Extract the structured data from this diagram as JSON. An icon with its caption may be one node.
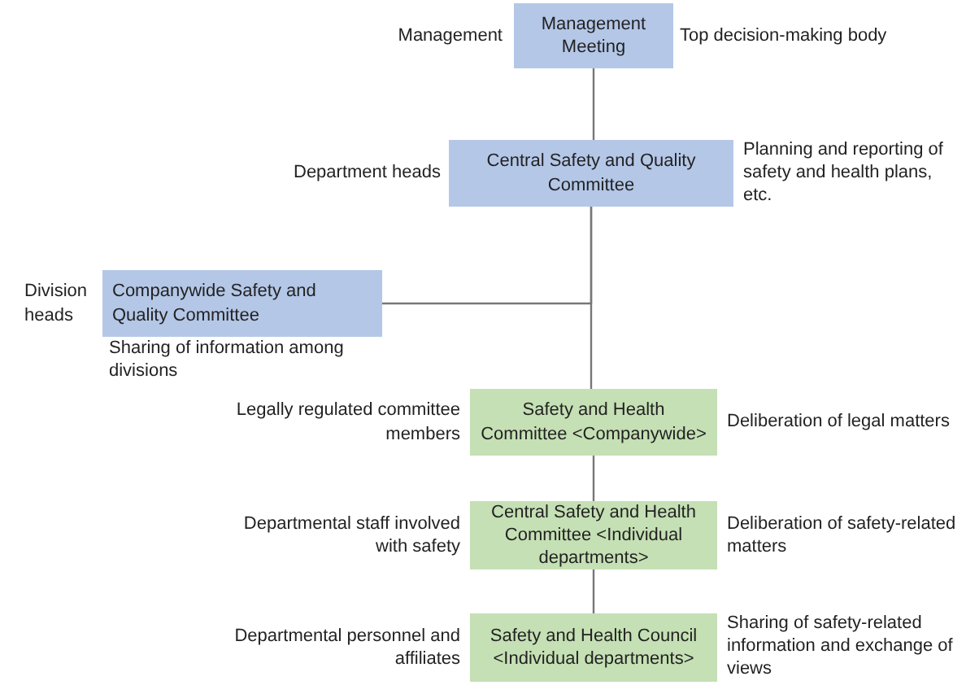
{
  "diagram": {
    "nodes": [
      {
        "text": [
          "Management Meeting"
        ],
        "beside": [
          "Management",
          "Top decision-making body"
        ]
      },
      {
        "text": [
          "Central Safety and Quality Committee"
        ],
        "beside": [
          "Department heads",
          "Planning and reporting of safety and health plans, etc."
        ]
      },
      {
        "text": [
          "Companywide Safety and Quality Committee"
        ],
        "beside": [
          "Division heads",
          "Sharing of information among divisions"
        ]
      },
      {
        "text": [
          "Safety and Health Committee <Companywide>"
        ],
        "beside": [
          "Legally regulated committee members",
          "Deliberation of legal matters"
        ]
      },
      {
        "text": [
          "Central Safety and Health Committee <Individual departments>"
        ],
        "beside": [
          "Departmental staff involved with safety",
          "Deliberation of safety-related matters"
        ]
      },
      {
        "text": [
          "Safety and Health Council <Individual departments>"
        ],
        "beside": [
          "Departmental personnel and affiliates",
          "Sharing of safety-related information and exchange of views"
        ]
      }
    ],
    "edges": [
      {
        "from": 0,
        "to": 1,
        "arrow": "none"
      },
      {
        "from": 1,
        "to": 2,
        "arrow": "none"
      },
      {
        "from": 1,
        "to": 3,
        "arrow": "none"
      },
      {
        "from": 3,
        "to": 4,
        "arrow": "none"
      },
      {
        "from": 4,
        "to": 5,
        "arrow": "none"
      }
    ]
  }
}
